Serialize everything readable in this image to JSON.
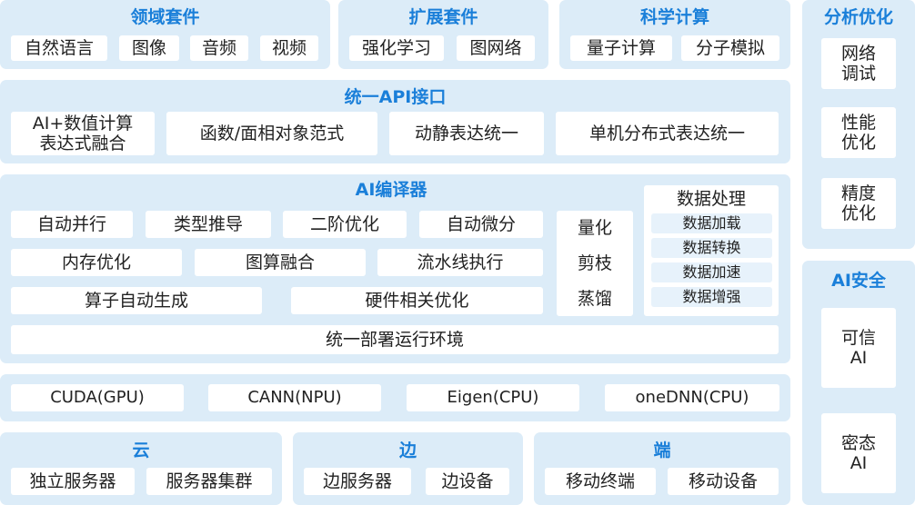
{
  "domain_kits": {
    "title": "领域套件",
    "items": [
      "自然语言",
      "图像",
      "音频",
      "视频"
    ]
  },
  "extension_kits": {
    "title": "扩展套件",
    "items": [
      "强化学习",
      "图网络"
    ]
  },
  "scientific": {
    "title": "科学计算",
    "items": [
      "量子计算",
      "分子模拟"
    ]
  },
  "analysis": {
    "title": "分析优化",
    "items": [
      "网络\n调试",
      "性能\n优化",
      "精度\n优化"
    ]
  },
  "api": {
    "title": "统一API接口",
    "items": [
      "AI+数值计算\n表达式融合",
      "函数/面相对象范式",
      "动静表达统一",
      "单机分布式表达统一"
    ]
  },
  "compiler": {
    "title": "AI编译器",
    "row1": [
      "自动并行",
      "类型推导",
      "二阶优化",
      "自动微分"
    ],
    "row2": [
      "内存优化",
      "图算融合",
      "流水线执行"
    ],
    "row3": [
      "算子自动生成",
      "硬件相关优化"
    ],
    "column": [
      "量化",
      "剪枝",
      "蒸馏"
    ],
    "data_title": "数据处理",
    "data_items": [
      "数据加载",
      "数据转换",
      "数据加速",
      "数据增强"
    ],
    "runtime": "统一部署运行环境"
  },
  "backends": [
    "CUDA(GPU)",
    "CANN(NPU)",
    "Eigen(CPU)",
    "oneDNN(CPU)"
  ],
  "security": {
    "title": "AI安全",
    "items": [
      "可信\nAI",
      "密态\nAI"
    ]
  },
  "cloud": {
    "title": "云",
    "items": [
      "独立服务器",
      "服务器集群"
    ]
  },
  "edge": {
    "title": "边",
    "items": [
      "边服务器",
      "边设备"
    ]
  },
  "device": {
    "title": "端",
    "items": [
      "移动终端",
      "移动设备"
    ]
  }
}
